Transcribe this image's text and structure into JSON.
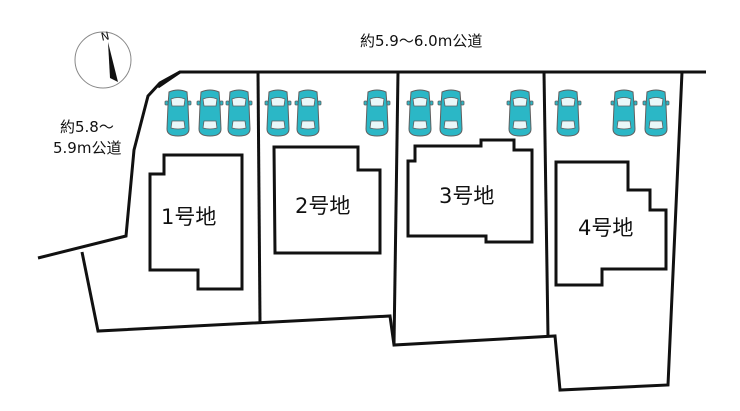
{
  "compass": {
    "north_label": "N",
    "icon": "north-arrow-icon"
  },
  "roads": {
    "north": "約5.9～6.0m公道",
    "west_line1": "約5.8～",
    "west_line2": "5.9m公道"
  },
  "lots": [
    {
      "label": "1号地",
      "parking_spaces": 3
    },
    {
      "label": "2号地",
      "parking_spaces": 3
    },
    {
      "label": "3号地",
      "parking_spaces": 3
    },
    {
      "label": "4号地",
      "parking_spaces": 3
    }
  ],
  "colors": {
    "car": "#2bb7c6",
    "lines": "#111111",
    "background": "#ffffff"
  }
}
